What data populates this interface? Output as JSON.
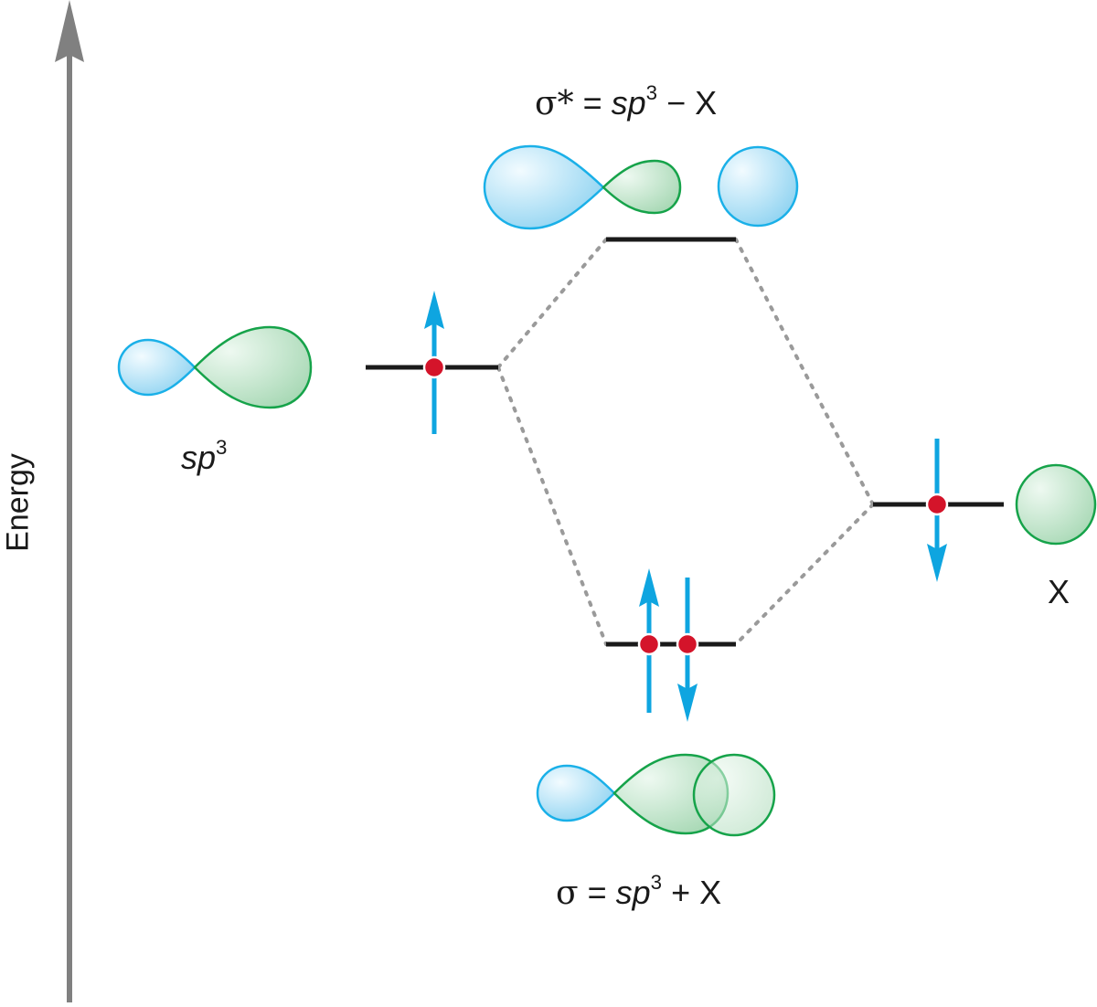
{
  "axis": {
    "label": "Energy"
  },
  "labels": {
    "sigma_star": {
      "symbol": "σ*",
      "eq": "=",
      "sp": "sp",
      "exp": "3",
      "op": "−",
      "x": "X"
    },
    "sp3": {
      "sp": "sp",
      "exp": "3"
    },
    "x": "X",
    "sigma": {
      "symbol": "σ",
      "eq": "=",
      "sp": "sp",
      "exp": "3",
      "op": "+",
      "x": "X"
    }
  },
  "electrons": {
    "sp3_level": [
      "up"
    ],
    "x_level": [
      "down"
    ],
    "sigma_level": [
      "up",
      "down"
    ],
    "sigma_star_level": []
  },
  "colors": {
    "blue_lobe": "#a5dcf3",
    "blue_outline": "#1ab0e8",
    "green_lobe": "#bfe2c8",
    "green_outline": "#16a34a",
    "arrow": "#0ea5e0",
    "electron_dot": "#d4142a",
    "level_line": "#1a1a1a",
    "dotted": "#9a9a9a",
    "axis": "#808080"
  }
}
